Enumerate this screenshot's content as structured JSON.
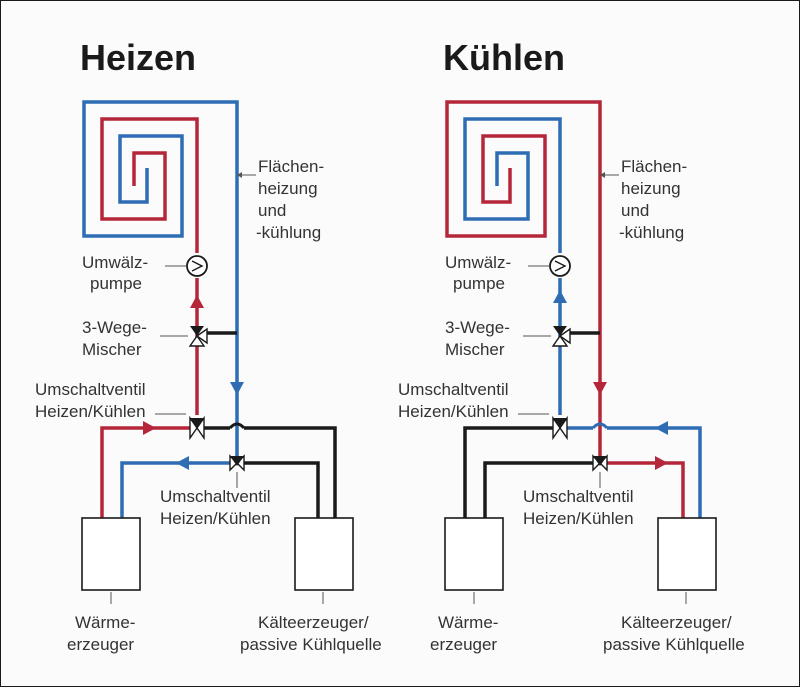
{
  "colors": {
    "heat": "#b5263a",
    "cool": "#2e6db4",
    "neutral": "#1a1a1a"
  },
  "heizen": {
    "title": "Heizen",
    "surface_label": [
      "Flächen-",
      "heizung",
      "und",
      "-kühlung"
    ],
    "pump_label": [
      "Umwälz-",
      "pumpe"
    ],
    "mixer_label": [
      "3-Wege-",
      "Mischer"
    ],
    "valve1_label": [
      "Umschaltventil",
      "Heizen/Kühlen"
    ],
    "valve2_label": [
      "Umschaltventil",
      "Heizen/Kühlen"
    ],
    "source1_label": [
      "Wärme-",
      "erzeuger"
    ],
    "source2_label": [
      "Kälteerzeuger/",
      "passive Kühlquelle"
    ]
  },
  "kuehlen": {
    "title": "Kühlen",
    "surface_label": [
      "Flächen-",
      "heizung",
      "und",
      "-kühlung"
    ],
    "pump_label": [
      "Umwälz-",
      "pumpe"
    ],
    "mixer_label": [
      "3-Wege-",
      "Mischer"
    ],
    "valve1_label": [
      "Umschaltventil",
      "Heizen/Kühlen"
    ],
    "valve2_label": [
      "Umschaltventil",
      "Heizen/Kühlen"
    ],
    "source1_label": [
      "Wärme-",
      "erzeuger"
    ],
    "source2_label": [
      "Kälteerzeuger/",
      "passive Kühlquelle"
    ]
  }
}
